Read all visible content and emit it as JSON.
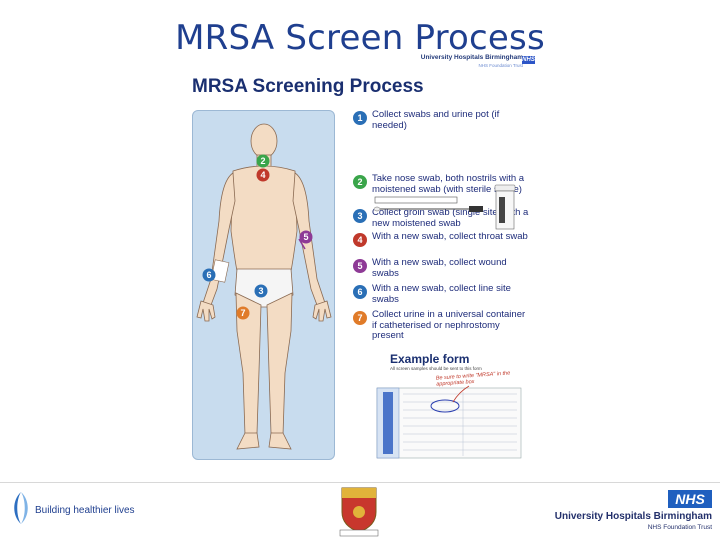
{
  "slide": {
    "title": "MRSA Screen Process"
  },
  "poster": {
    "org_name": "University Hospitals Birmingham",
    "org_sub": "NHS Foundation Trust",
    "nhs_badge": "NHS",
    "title": "MRSA Screening Process",
    "figure_markers": [
      "2",
      "4",
      "5",
      "6",
      "3",
      "7"
    ],
    "steps": [
      {
        "num": "1",
        "color": "#2a6fb6",
        "text": "Collect swabs and urine pot (if needed)"
      },
      {
        "num": "2",
        "color": "#3aa54a",
        "text": "Take nose swab, both nostrils with a moistened swab (with sterile saline)"
      },
      {
        "num": "3",
        "color": "#2a6fb6",
        "text": "Collect groin swab (single site) with a new moistened swab"
      },
      {
        "num": "4",
        "color": "#c0392b",
        "text": "With a new swab, collect throat swab"
      },
      {
        "num": "5",
        "color": "#8e3a96",
        "text": "With a new swab, collect wound swabs"
      },
      {
        "num": "6",
        "color": "#2a6fb6",
        "text": "With a new swab, collect line site swabs"
      },
      {
        "num": "7",
        "color": "#e07b29",
        "text": "Collect urine in a universal container if catheterised or nephrostomy present"
      }
    ],
    "example_title": "Example form",
    "example_sub": "All screen samples should be sent to this form",
    "handnote": "Be sure to write \"MRSA\" in the\nappropriate box"
  },
  "footer": {
    "left_text": "Building healthier lives",
    "nhs_badge": "NHS",
    "org_name": "University Hospitals Birmingham",
    "org_sub": "NHS Foundation Trust"
  },
  "colors": {
    "title_blue": "#1f3f8f",
    "poster_navy": "#1a2f70",
    "panel_blue": "#c8dcee",
    "nhs_blue": "#1f5fbf"
  }
}
